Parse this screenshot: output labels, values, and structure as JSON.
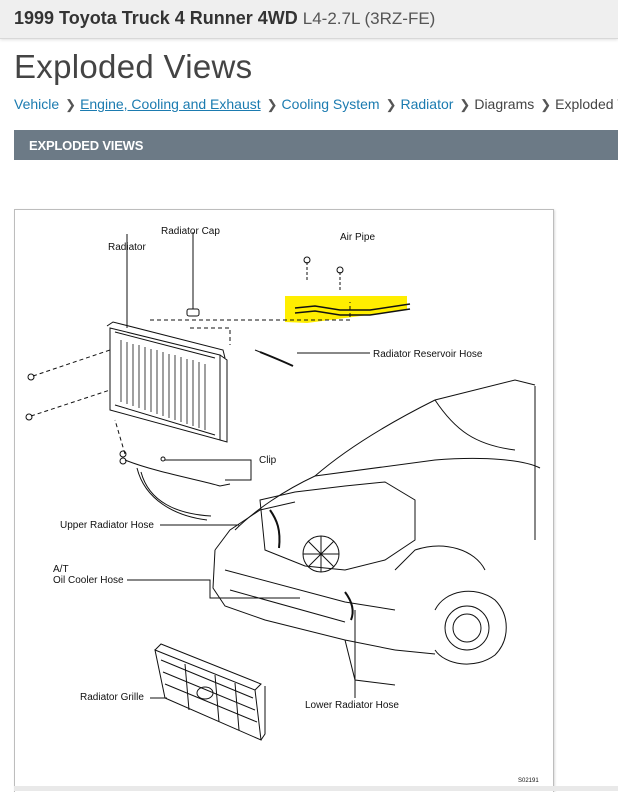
{
  "header": {
    "vehicle": "1999 Toyota Truck 4 Runner 4WD",
    "engine": "L4-2.7L (3RZ-FE)"
  },
  "page_title": "Exploded Views",
  "breadcrumb": [
    {
      "label": "Vehicle"
    },
    {
      "label": "Engine, Cooling and Exhaust"
    },
    {
      "label": "Cooling System"
    },
    {
      "label": "Radiator"
    },
    {
      "label": "Diagrams"
    },
    {
      "label": "Exploded Vie"
    }
  ],
  "section_title": "EXPLODED VIEWS",
  "diagram": {
    "labels": {
      "radiator_cap": "Radiator Cap",
      "radiator": "Radiator",
      "air_pipe": "Air Pipe",
      "reservoir_hose": "Radiator Reservoir Hose",
      "clip": "Clip",
      "upper_hose": "Upper Radiator Hose",
      "at_line1": "A/T",
      "at_line2": "Oil Cooler Hose",
      "grille": "Radiator Grille",
      "lower_hose": "Lower Radiator Hose",
      "figure_code": "S02191"
    },
    "highlight_color": "#ffee00"
  }
}
